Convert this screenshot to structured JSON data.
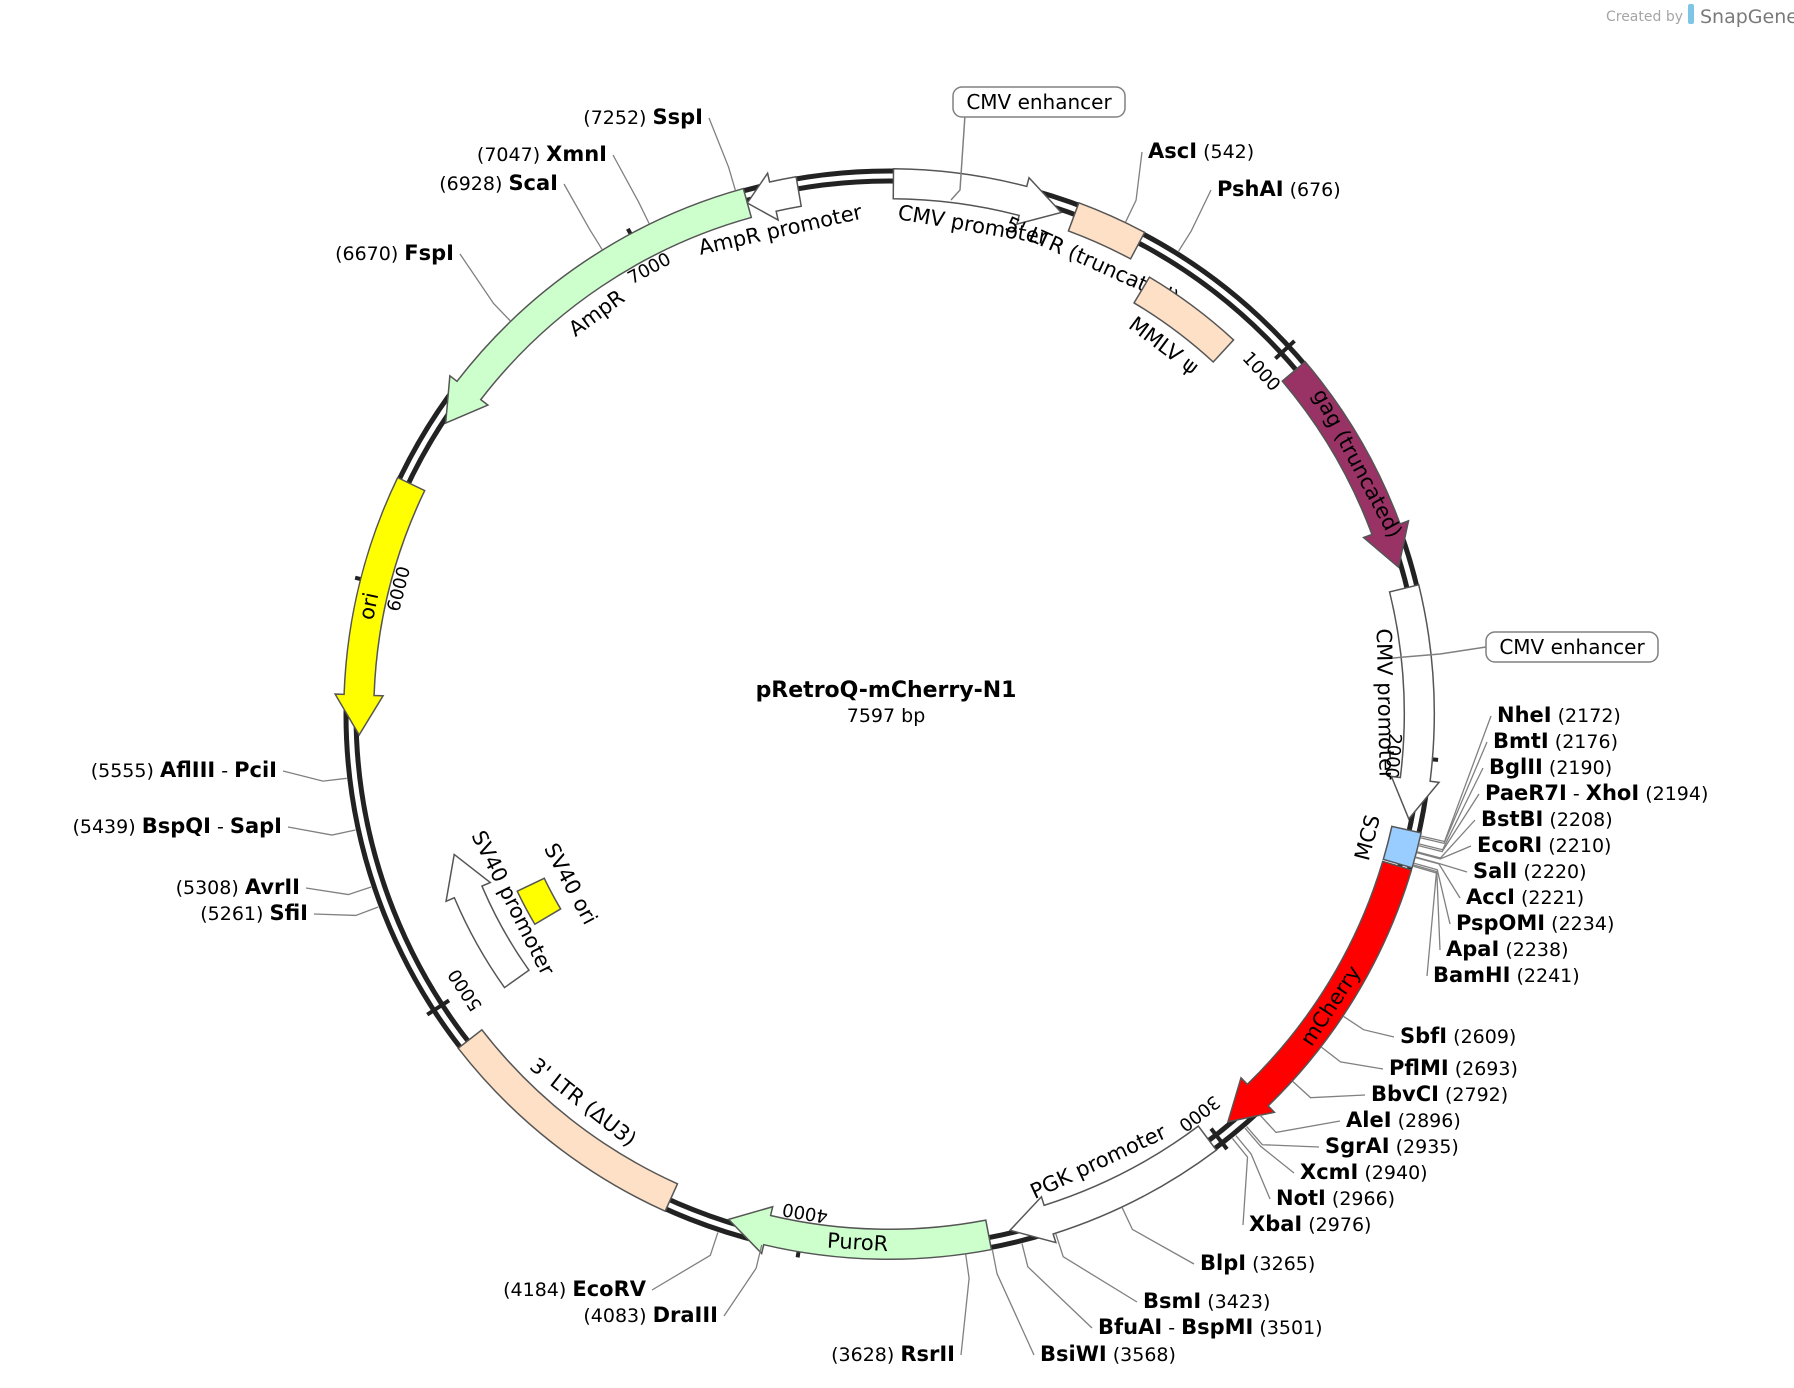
{
  "credit": {
    "prefix": "Created by",
    "brand": "SnapGene"
  },
  "plasmid": {
    "name": "pRetroQ-mCherry-N1",
    "size_label": "7597 bp",
    "length": 7597
  },
  "ticks": [
    {
      "pos": 1000,
      "label": "1000"
    },
    {
      "pos": 2000,
      "label": "2000"
    },
    {
      "pos": 3000,
      "label": "3000"
    },
    {
      "pos": 4000,
      "label": "4000"
    },
    {
      "pos": 5000,
      "label": "5000"
    },
    {
      "pos": 6000,
      "label": "6000"
    },
    {
      "pos": 7000,
      "label": "7000"
    }
  ],
  "features": [
    {
      "id": "cmv-promoter-1",
      "label": "CMV promoter",
      "start": 10,
      "end": 400,
      "dir": 1,
      "fill": "#ffffff",
      "kind": "arrow",
      "r": 795
    },
    {
      "id": "ltr5",
      "label": "5' LTR (truncated)",
      "start": 430,
      "end": 590,
      "dir": 0,
      "fill": "#fde0c5",
      "kind": "box",
      "r": 795
    },
    {
      "id": "mmlv-psi",
      "label": "MMLV ψ",
      "start": 650,
      "end": 900,
      "dir": 0,
      "fill": "#fde0c5",
      "kind": "box",
      "r": 740
    },
    {
      "id": "gag",
      "label": "gag (truncated)",
      "start": 1050,
      "end": 1560,
      "dir": 1,
      "fill": "#993366",
      "kind": "arrow",
      "r": 795
    },
    {
      "id": "cmv-promoter-2",
      "label": "CMV promoter",
      "start": 1610,
      "end": 2140,
      "dir": 1,
      "fill": "#ffffff",
      "kind": "arrow",
      "r": 795
    },
    {
      "id": "mcs",
      "label": "MCS",
      "start": 2165,
      "end": 2245,
      "dir": 0,
      "fill": "#99ccff",
      "kind": "box",
      "r": 795
    },
    {
      "id": "mcherry",
      "label": "mCherry",
      "start": 2250,
      "end": 2960,
      "dir": 1,
      "fill": "#ff0000",
      "kind": "arrow",
      "r": 795
    },
    {
      "id": "pgk-promoter",
      "label": "PGK promoter",
      "start": 3020,
      "end": 3520,
      "dir": 1,
      "fill": "#ffffff",
      "kind": "arrow",
      "r": 795
    },
    {
      "id": "puror",
      "label": "PuroR",
      "start": 3570,
      "end": 4170,
      "dir": 1,
      "fill": "#ccffcc",
      "kind": "arrow",
      "r": 795
    },
    {
      "id": "ltr3",
      "label": "3' LTR (ΔU3)",
      "start": 4310,
      "end": 4900,
      "dir": 0,
      "fill": "#fde0c5",
      "kind": "box",
      "r": 795
    },
    {
      "id": "sv40-promoter",
      "label": "SV40 promoter",
      "start": 4950,
      "end": 5320,
      "dir": 1,
      "fill": "#ffffff",
      "kind": "arrow",
      "r": 685
    },
    {
      "id": "sv40-ori",
      "label": "SV40 ori",
      "start": 5050,
      "end": 5160,
      "dir": 0,
      "fill": "#ffff00",
      "kind": "box",
      "r": 595
    },
    {
      "id": "ori",
      "label": "ori",
      "start": 5650,
      "end": 6240,
      "dir": -1,
      "fill": "#ffff00",
      "kind": "arrow",
      "r": 795
    },
    {
      "id": "ampr",
      "label": "AmpR",
      "start": 6400,
      "end": 7270,
      "dir": -1,
      "fill": "#ccffcc",
      "kind": "arrow",
      "r": 795
    },
    {
      "id": "ampr-promoter",
      "label": "AmpR promoter",
      "start": 7270,
      "end": 7390,
      "dir": -1,
      "fill": "#ffffff",
      "kind": "arrow",
      "r": 795
    }
  ],
  "callouts": [
    {
      "id": "cmv-enhancer-1",
      "label": "CMV enhancer"
    },
    {
      "id": "cmv-enhancer-2",
      "label": "CMV enhancer"
    }
  ],
  "sites": [
    {
      "id": "asci",
      "names": [
        "AscI"
      ],
      "pos": "(542)",
      "bp": 542
    },
    {
      "id": "pshai",
      "names": [
        "PshAI"
      ],
      "pos": "(676)",
      "bp": 676
    },
    {
      "id": "nhei",
      "names": [
        "NheI"
      ],
      "pos": "(2172)",
      "bp": 2172
    },
    {
      "id": "bmti",
      "names": [
        "BmtI"
      ],
      "pos": "(2176)",
      "bp": 2176
    },
    {
      "id": "bglii",
      "names": [
        "BglII"
      ],
      "pos": "(2190)",
      "bp": 2190
    },
    {
      "id": "paer7i",
      "names": [
        "PaeR7I",
        "XhoI"
      ],
      "pos": "(2194)",
      "bp": 2194
    },
    {
      "id": "bstbi",
      "names": [
        "BstBI"
      ],
      "pos": "(2208)",
      "bp": 2208
    },
    {
      "id": "ecori",
      "names": [
        "EcoRI"
      ],
      "pos": "(2210)",
      "bp": 2210
    },
    {
      "id": "sali",
      "names": [
        "SalI"
      ],
      "pos": "(2220)",
      "bp": 2220
    },
    {
      "id": "acci",
      "names": [
        "AccI"
      ],
      "pos": "(2221)",
      "bp": 2221
    },
    {
      "id": "pspomi",
      "names": [
        "PspOMI"
      ],
      "pos": "(2234)",
      "bp": 2234
    },
    {
      "id": "apai",
      "names": [
        "ApaI"
      ],
      "pos": "(2238)",
      "bp": 2238
    },
    {
      "id": "bamhi",
      "names": [
        "BamHI"
      ],
      "pos": "(2241)",
      "bp": 2241
    },
    {
      "id": "sbfi",
      "names": [
        "SbfI"
      ],
      "pos": "(2609)",
      "bp": 2609
    },
    {
      "id": "pflmi",
      "names": [
        "PflMI"
      ],
      "pos": "(2693)",
      "bp": 2693
    },
    {
      "id": "bbvci",
      "names": [
        "BbvCI"
      ],
      "pos": "(2792)",
      "bp": 2792
    },
    {
      "id": "alei",
      "names": [
        "AleI"
      ],
      "pos": "(2896)",
      "bp": 2896
    },
    {
      "id": "sgrai",
      "names": [
        "SgrAI"
      ],
      "pos": "(2935)",
      "bp": 2935
    },
    {
      "id": "xcmi",
      "names": [
        "XcmI"
      ],
      "pos": "(2940)",
      "bp": 2940
    },
    {
      "id": "noti",
      "names": [
        "NotI"
      ],
      "pos": "(2966)",
      "bp": 2966
    },
    {
      "id": "xbai",
      "names": [
        "XbaI"
      ],
      "pos": "(2976)",
      "bp": 2976
    },
    {
      "id": "blpi",
      "names": [
        "BlpI"
      ],
      "pos": "(3265)",
      "bp": 3265
    },
    {
      "id": "bsmi",
      "names": [
        "BsmI"
      ],
      "pos": "(3423)",
      "bp": 3423
    },
    {
      "id": "bfuai",
      "names": [
        "BfuAI",
        "BspMI"
      ],
      "pos": "(3501)",
      "bp": 3501
    },
    {
      "id": "bsiwi",
      "names": [
        "BsiWI"
      ],
      "pos": "(3568)",
      "bp": 3568
    },
    {
      "id": "rsrii",
      "names": [
        "RsrII"
      ],
      "pos": "(3628)",
      "bp": 3628
    },
    {
      "id": "draiii",
      "names": [
        "DraIII"
      ],
      "pos": "(4083)",
      "bp": 4083
    },
    {
      "id": "ecorv",
      "names": [
        "EcoRV"
      ],
      "pos": "(4184)",
      "bp": 4184
    },
    {
      "id": "sfii",
      "names": [
        "SfiI"
      ],
      "pos": "(5261)",
      "bp": 5261
    },
    {
      "id": "avrii",
      "names": [
        "AvrII"
      ],
      "pos": "(5308)",
      "bp": 5308
    },
    {
      "id": "bspqi",
      "names": [
        "BspQI",
        "SapI"
      ],
      "pos": "(5439)",
      "bp": 5439
    },
    {
      "id": "aflIII",
      "names": [
        "AflIII",
        "PciI"
      ],
      "pos": "(5555)",
      "bp": 5555
    },
    {
      "id": "fspi",
      "names": [
        "FspI"
      ],
      "pos": "(6670)",
      "bp": 6670
    },
    {
      "id": "scai",
      "names": [
        "ScaI"
      ],
      "pos": "(6928)",
      "bp": 6928
    },
    {
      "id": "xmni",
      "names": [
        "XmnI"
      ],
      "pos": "(7047)",
      "bp": 7047
    },
    {
      "id": "sspi",
      "names": [
        "SspI"
      ],
      "pos": "(7252)",
      "bp": 7252
    }
  ]
}
